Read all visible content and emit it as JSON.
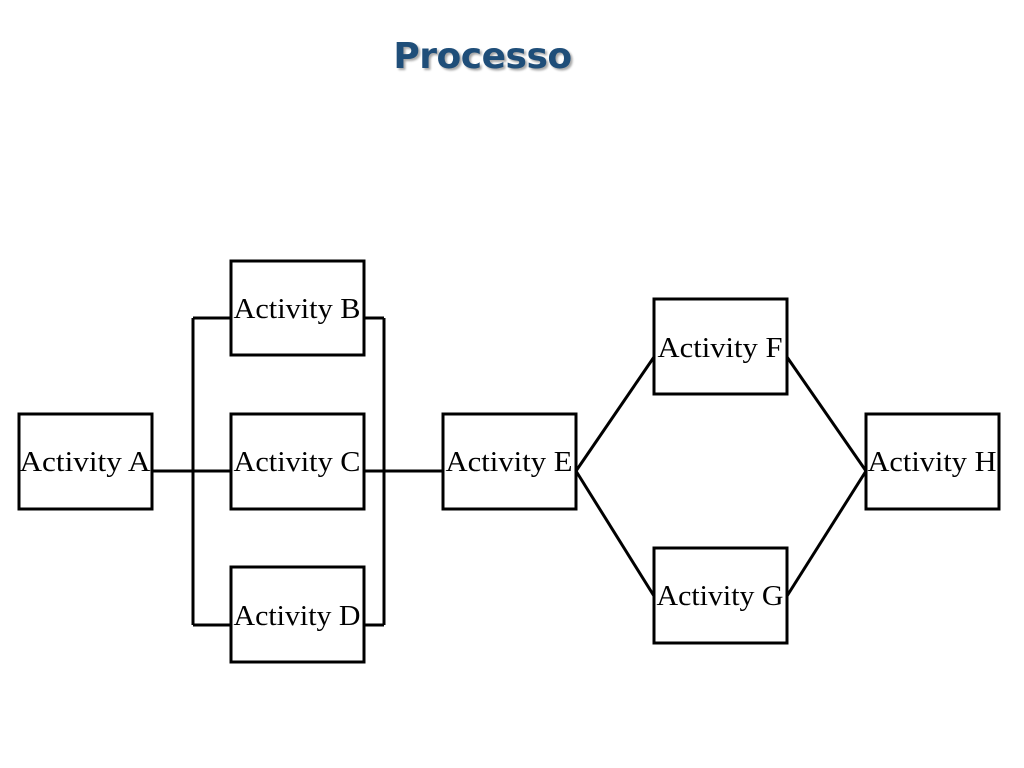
{
  "title": "Processo",
  "nodes": {
    "a": "Activity A",
    "b": "Activity B",
    "c": "Activity C",
    "d": "Activity D",
    "e": "Activity E",
    "f": "Activity F",
    "g": "Activity G",
    "h": "Activity H"
  },
  "edges": [
    [
      "Activity A",
      "Activity B"
    ],
    [
      "Activity A",
      "Activity C"
    ],
    [
      "Activity A",
      "Activity D"
    ],
    [
      "Activity B",
      "Activity E"
    ],
    [
      "Activity C",
      "Activity E"
    ],
    [
      "Activity D",
      "Activity E"
    ],
    [
      "Activity E",
      "Activity F"
    ],
    [
      "Activity E",
      "Activity G"
    ],
    [
      "Activity F",
      "Activity H"
    ],
    [
      "Activity G",
      "Activity H"
    ]
  ],
  "colors": {
    "title": "#1f4e79",
    "line": "#000000",
    "box_fill": "#ffffff"
  }
}
